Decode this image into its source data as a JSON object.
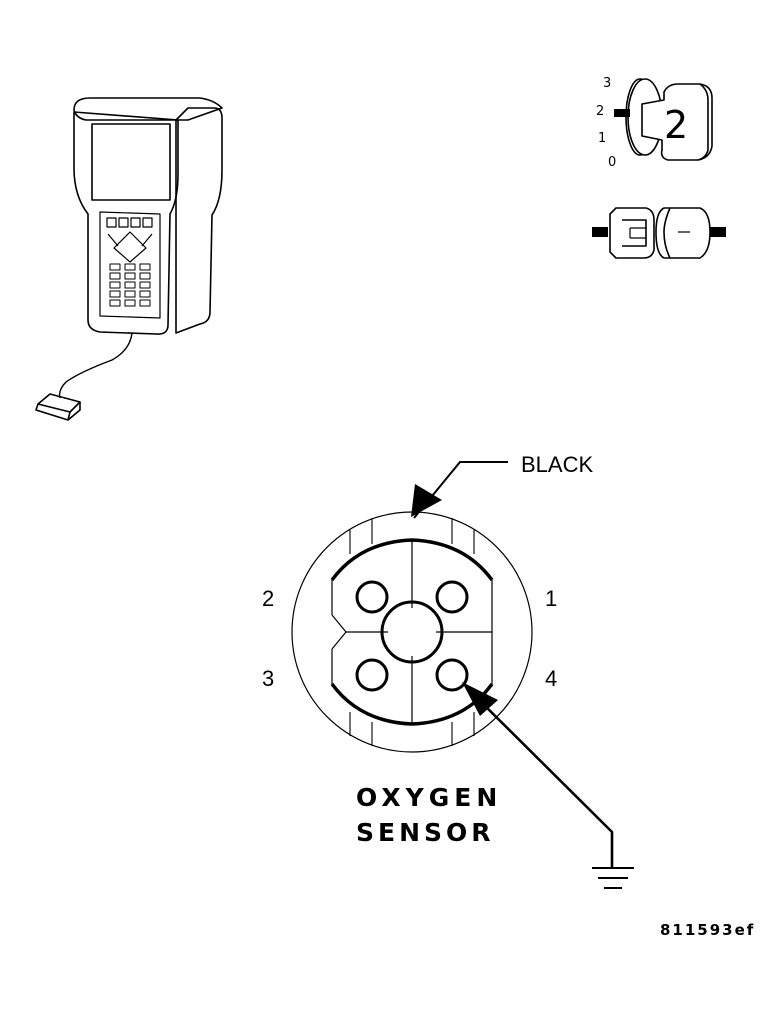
{
  "ignition_key": {
    "positions": [
      "3",
      "2",
      "1",
      "0"
    ],
    "key_label": "2"
  },
  "connector": {
    "wire_label": "BLACK",
    "pin_labels": {
      "pin1": "1",
      "pin2": "2",
      "pin3": "3",
      "pin4": "4"
    },
    "title_line1": "OXYGEN",
    "title_line2": "SENSOR"
  },
  "figure_id": "811593ef"
}
